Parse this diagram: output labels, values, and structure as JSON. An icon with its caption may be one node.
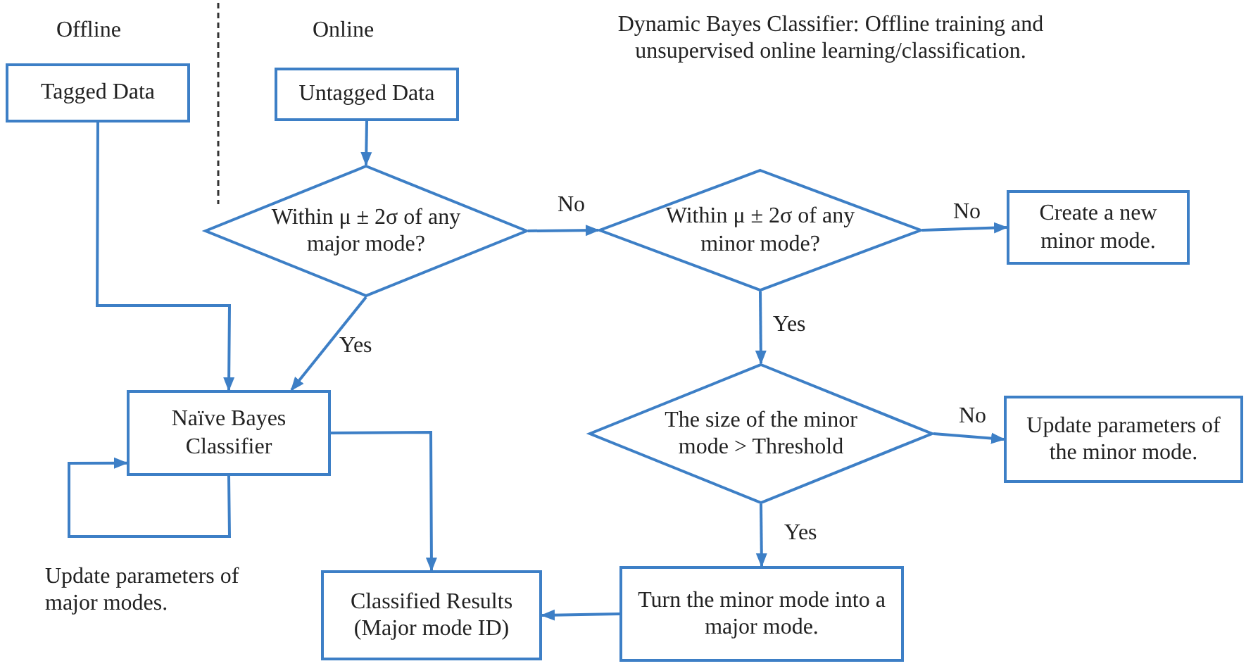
{
  "diagram": {
    "title": "Dynamic Bayes Classifier: Offline training and unsupervised online learning/classification.",
    "nodes": [
      {
        "text": [
          "Tagged Data"
        ]
      },
      {
        "text": [
          "Untagged Data"
        ]
      },
      {
        "text": [
          "Within μ ± 2σ of any major mode?"
        ]
      },
      {
        "text": [
          "Within μ ± 2σ of any minor mode?"
        ]
      },
      {
        "text": [
          "Create a new minor mode."
        ]
      },
      {
        "text": [
          "Naïve Bayes Classifier"
        ]
      },
      {
        "text": [
          "The size of the minor mode > Threshold"
        ]
      },
      {
        "text": [
          "Update parameters of the minor mode."
        ]
      },
      {
        "text": [
          "Classified Results (Major mode ID)"
        ]
      },
      {
        "text": [
          "Turn the minor mode into a major mode."
        ]
      }
    ],
    "edges": [
      {
        "from": 0,
        "to": 5,
        "arrow": "to"
      },
      {
        "from": 1,
        "to": 2,
        "arrow": "to"
      },
      {
        "from": 2,
        "to": 3,
        "arrow": "to",
        "label": "No"
      },
      {
        "from": 3,
        "to": 4,
        "arrow": "to",
        "label": "No"
      },
      {
        "from": 2,
        "to": 5,
        "arrow": "to",
        "label": "Yes"
      },
      {
        "from": 3,
        "to": 6,
        "arrow": "to",
        "label": "Yes"
      },
      {
        "from": 6,
        "to": 7,
        "arrow": "to",
        "label": "No"
      },
      {
        "from": 6,
        "to": 9,
        "arrow": "to",
        "label": "Yes"
      },
      {
        "from": 9,
        "to": 8,
        "arrow": "to"
      },
      {
        "from": 5,
        "to": 8,
        "arrow": "to"
      },
      {
        "from": 5,
        "to": 5,
        "arrow": "to"
      }
    ],
    "labels": [
      "Offline",
      "Online",
      "Update parameters of major modes."
    ]
  }
}
